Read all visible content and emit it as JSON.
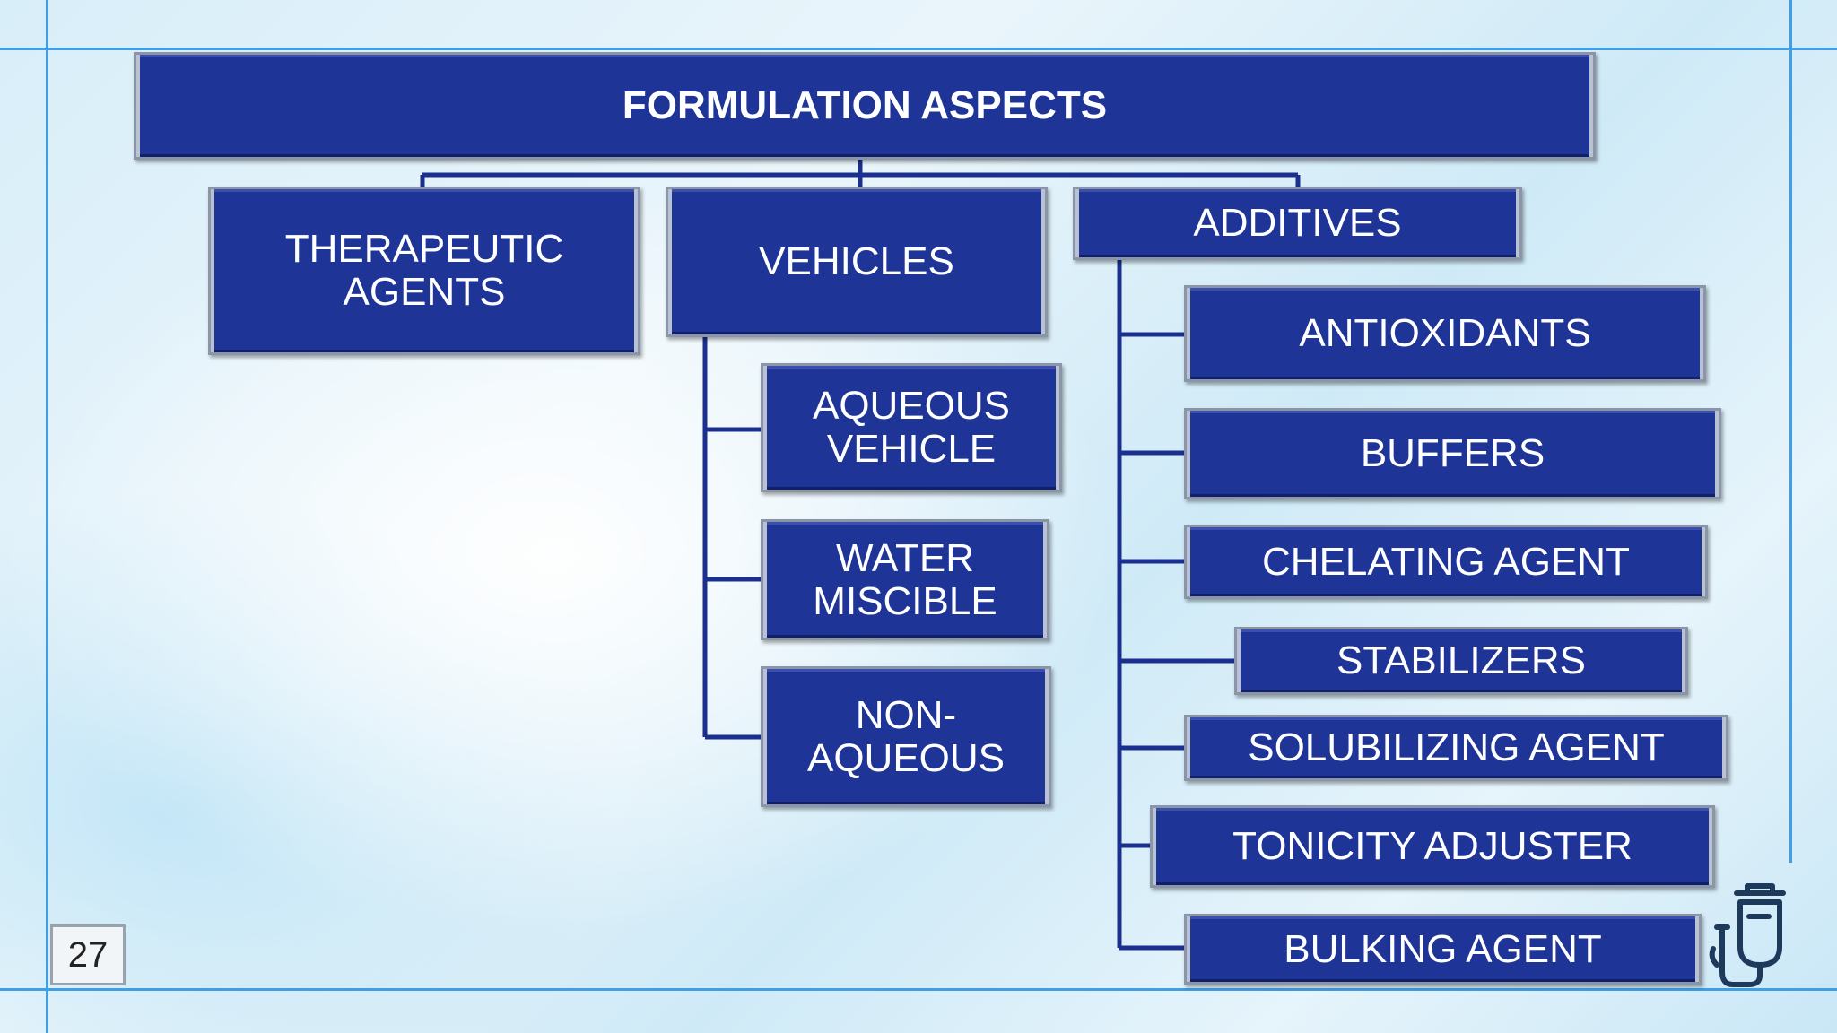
{
  "slide": {
    "number": "27",
    "icon": "iv-drip-icon",
    "colors": {
      "box_fill": "#1e3496",
      "connector": "#1a2f8f",
      "frame": "#3f9ee6"
    }
  },
  "diagram": {
    "root": "FORMULATION ASPECTS",
    "categories": {
      "therapeutic": "THERAPEUTIC\nAGENTS",
      "vehicles": "VEHICLES",
      "additives": "ADDITIVES"
    },
    "vehicles": {
      "aqueous": "AQUEOUS\nVEHICLE",
      "water_miscible": "WATER\nMISCIBLE",
      "non_aqueous": "NON-\nAQUEOUS"
    },
    "additives": {
      "antioxidants": "ANTIOXIDANTS",
      "buffers": "BUFFERS",
      "chelating": "CHELATING AGENT",
      "stabilizers": "STABILIZERS",
      "solubilizing": "SOLUBILIZING AGENT",
      "tonicity": "TONICITY ADJUSTER",
      "bulking": "BULKING AGENT"
    }
  }
}
